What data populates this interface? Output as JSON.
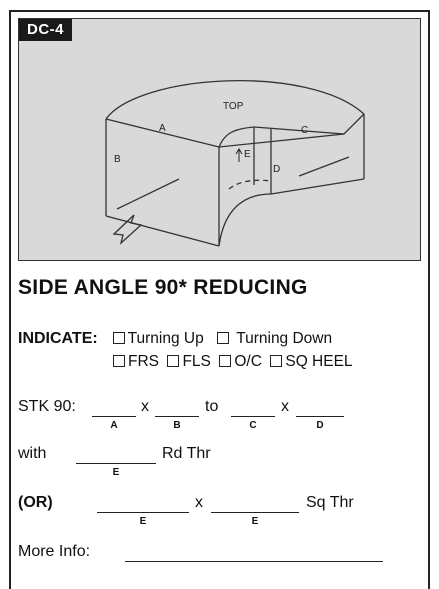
{
  "figure": {
    "code": "DC-4",
    "labels": {
      "top": "TOP",
      "a": "A",
      "b": "B",
      "c": "C",
      "d": "D",
      "e": "E"
    }
  },
  "title": "SIDE ANGLE 90* REDUCING",
  "indicate": {
    "label": "INDICATE:",
    "options_row1": [
      "Turning Up",
      "Turning Down"
    ],
    "options_row2": [
      "FRS",
      "FLS",
      "O/C",
      "SQ HEEL"
    ]
  },
  "stk": {
    "label": "STK 90:",
    "x1": "x",
    "to": "to",
    "x2": "x",
    "subs": [
      "A",
      "B",
      "C",
      "D"
    ]
  },
  "with_row": {
    "label": "with",
    "suffix": "Rd Thr",
    "sub": "E"
  },
  "or_row": {
    "label": "(OR)",
    "x": "x",
    "suffix": "Sq Thr",
    "subs": [
      "E",
      "E"
    ]
  },
  "more_info": {
    "label": "More Info:"
  }
}
